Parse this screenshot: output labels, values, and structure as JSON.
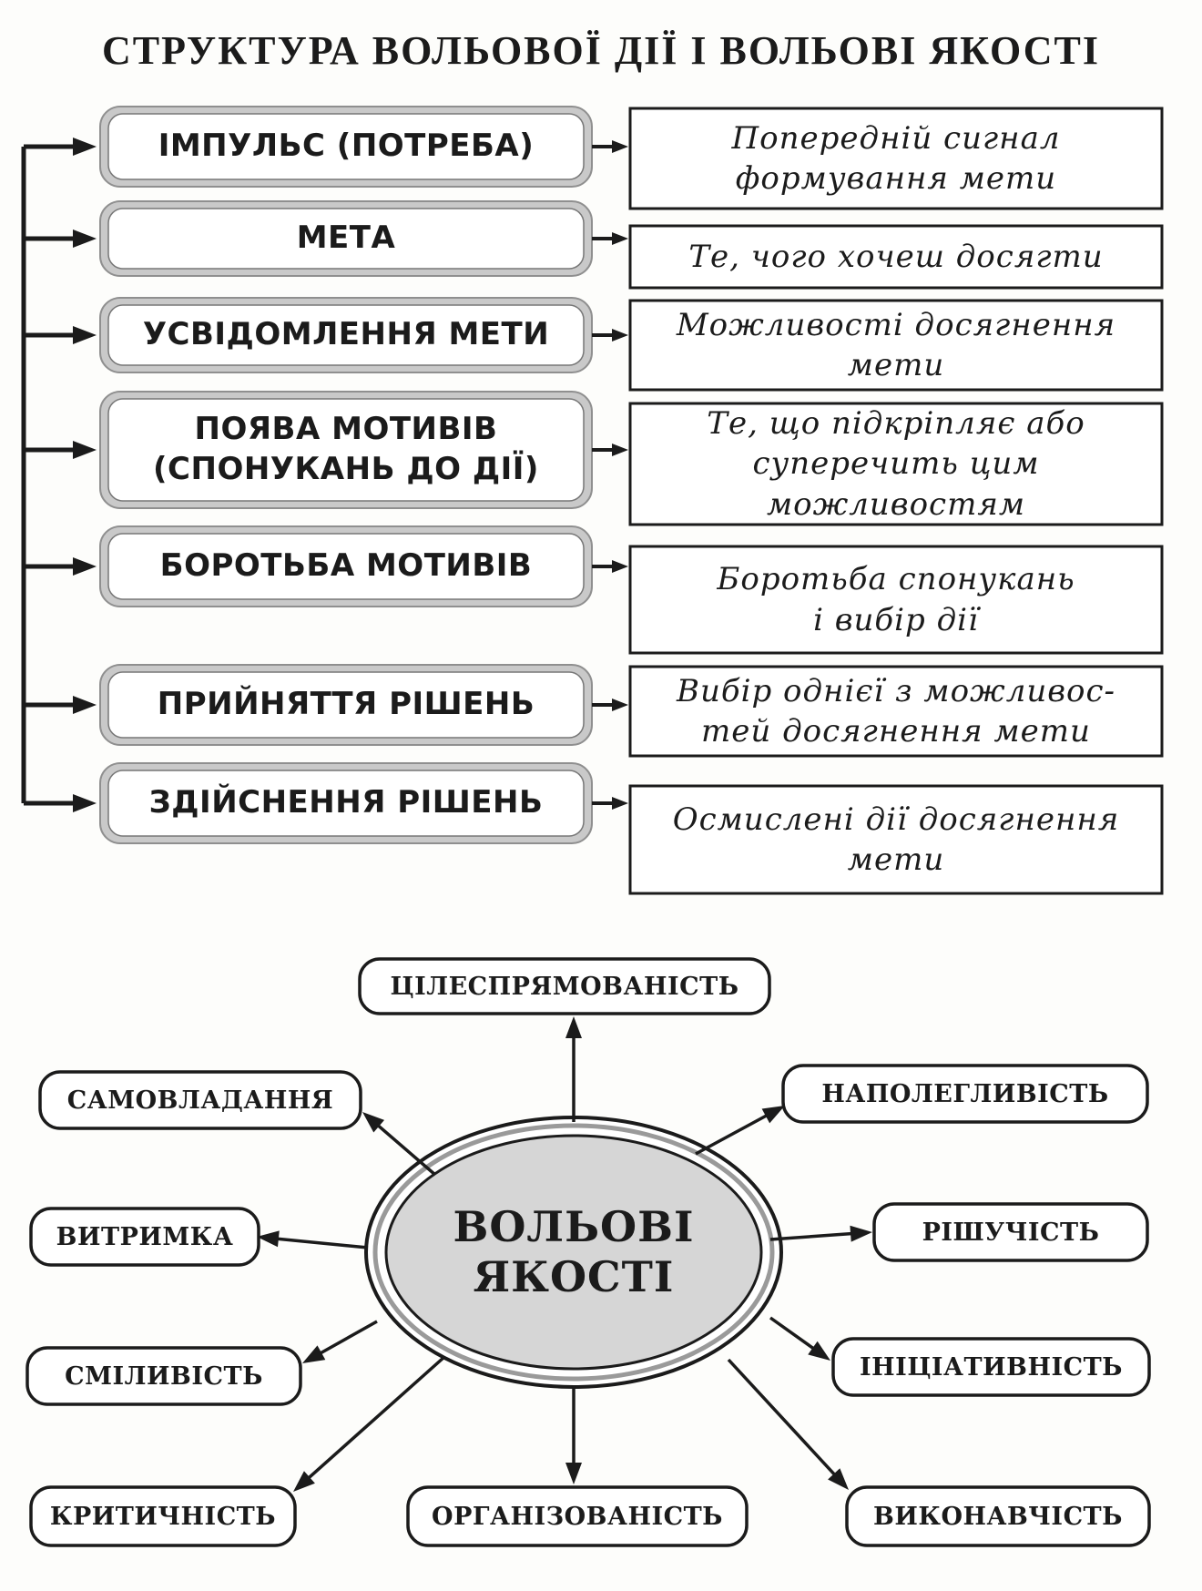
{
  "title": "СТРУКТУРА ВОЛЬОВОЇ ДІЇ І ВОЛЬОВІ ЯКОСТІ",
  "stages": [
    {
      "label": "ІМПУЛЬС (ПОТРЕБА)",
      "description": "Попередній сигнал\nформування мети"
    },
    {
      "label": "МЕТА",
      "description": "Те, чого хочеш досягти"
    },
    {
      "label": "УСВІДОМЛЕННЯ МЕТИ",
      "description": "Можливості досягнення\nмети"
    },
    {
      "label": "ПОЯВА МОТИВІВ\n(СПОНУКАНЬ ДО ДІЇ)",
      "description": "Те, що підкріпляє або\nсуперечить цим\nможливостям"
    },
    {
      "label": "БОРОТЬБА МОТИВІВ",
      "description": "Боротьба спонукань\nі вибір дії"
    },
    {
      "label": "ПРИЙНЯТТЯ РІШЕНЬ",
      "description": "Вибір однієї з можливос-\nтей досягнення мети"
    },
    {
      "label": "ЗДІЙСНЕННЯ РІШЕНЬ",
      "description": "Осмислені дії досягнення\nмети"
    }
  ],
  "center": {
    "label": "ВОЛЬОВІ\nЯКОСТІ"
  },
  "qualities": [
    {
      "label": "ЦІЛЕСПРЯМОВАНІСТЬ"
    },
    {
      "label": "НАПОЛЕГЛИВІСТЬ"
    },
    {
      "label": "РІШУЧІСТЬ"
    },
    {
      "label": "ІНІЦІАТИВНІСТЬ"
    },
    {
      "label": "ВИКОНАВЧІСТЬ"
    },
    {
      "label": "ОРГАНІЗОВАНІСТЬ"
    },
    {
      "label": "КРИТИЧНІСТЬ"
    },
    {
      "label": "СМІЛИВІСТЬ"
    },
    {
      "label": "ВИТРИМКА"
    },
    {
      "label": "САМОВЛАДАННЯ"
    }
  ],
  "colors": {
    "ink": "#1b1b1b",
    "stage_outer": "#c9c9c9",
    "stage_inner": "#ffffff",
    "center_fill": "#d6d6d6",
    "center_ring": "#9a9a9a"
  }
}
